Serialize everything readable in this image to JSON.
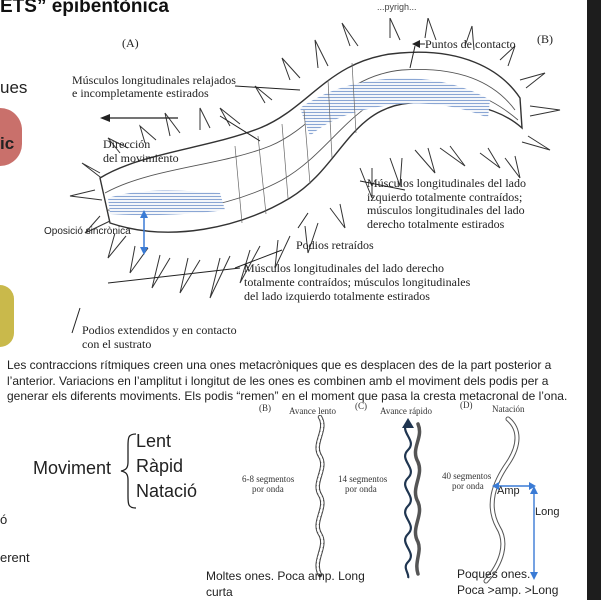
{
  "title": "ETS” epibentònica",
  "copyright_text": "...pyrigh...",
  "left_cutoff": {
    "ques": "ues",
    "ic": "ic",
    "o": "ó",
    "erent": "erent"
  },
  "figure_a": {
    "panel_a": "(A)",
    "panel_b": "(B)",
    "puntos_contacto": "Puntos de contacto",
    "musculos_relajados_1": "Músculos longitudinales relajados",
    "musculos_relajados_2": "e incompletamente estirados",
    "direccion_1": "Dirección",
    "direccion_2": "del movimiento",
    "izq_1": "Músculos longitudinales del lado",
    "izq_2": "izquierdo totalmente contraídos;",
    "izq_3": "músculos longitudinales del lado",
    "izq_4": "derecho totalmente estirados",
    "oposicio": "Oposició sincrònica",
    "podios_retraidos": "Podios retraídos",
    "der_1": "Músculos longitudinales del lado derecho",
    "der_2": "totalmente contraídos; músculos longitudinales",
    "der_3": "del lado izquierdo totalmente estirados",
    "podios_ext_1": "Podios extendidos y en contacto",
    "podios_ext_2": "con el sustrato"
  },
  "caption": "Les contraccions rítmiques creen una ones metacròniques que es desplacen des de la part posterior a l’anterior. Variacions en l’amplitut i longitut de les ones es combinen amb el moviment dels podis per a generar els diferents moviments. Els podis “remen” en el moment que pasa la cresta metacronal de l’ona.",
  "moviment": {
    "label": "Moviment",
    "items": [
      "Lent",
      "Ràpid",
      "Natació"
    ]
  },
  "figure_b": {
    "b": "(B)",
    "c": "(C)",
    "d": "(D)",
    "avance_lento": "Avance lento",
    "avance_rapido": "Avance rápido",
    "natacion": "Natación",
    "seg_6_8_1": "6-8 segmentos",
    "seg_6_8_2": "por onda",
    "seg_14_1": "14 segmentos",
    "seg_14_2": "por onda",
    "seg_40_1": "40 segmentos",
    "seg_40_2": "por onda",
    "amp": "Amp",
    "long": "Long"
  },
  "notes": {
    "left_1": "Moltes ones. Poca amp. Long",
    "left_2": "curta",
    "right_1": "Poques ones.",
    "right_2": "Poca >amp. >Long"
  },
  "colors": {
    "muscle_hatch": "#9db5dc",
    "arrow_blue": "#3a7bd5",
    "dark_wave": "#1f3550"
  }
}
